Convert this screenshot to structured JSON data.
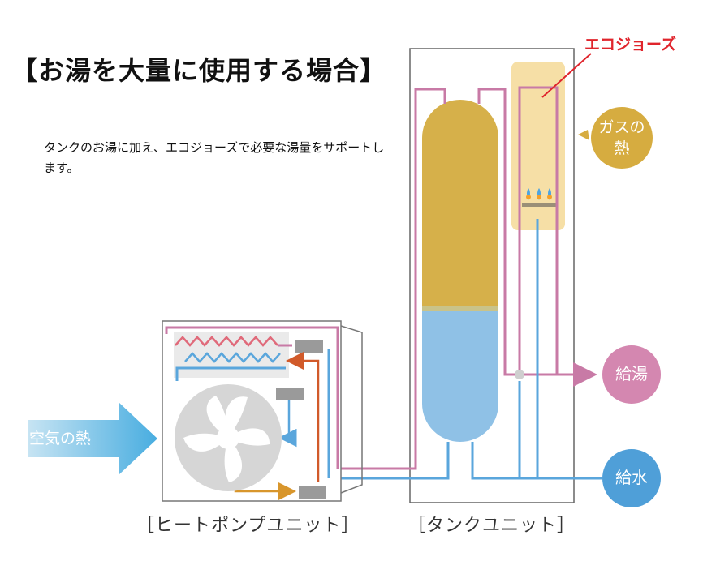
{
  "title": "【お湯を大量に使用する場合】",
  "description": "タンクのお湯に加え、エコジョーズで必要な湯量をサポートします。",
  "ecojoz_label": "エコジョーズ",
  "gas_heat_label": "ガスの熱",
  "hot_water_label": "給湯",
  "water_supply_label": "給水",
  "air_heat_label": "空気の熱",
  "heat_pump_unit_label": "［ヒートポンプユニット］",
  "tank_unit_label": "［タンクユニット］",
  "colors": {
    "hot_pipe": "#c87aa6",
    "cold_pipe": "#5aa6dc",
    "tank_hot": "#d6b04a",
    "tank_cold": "#8fc1e6",
    "ecojoz_box": "#f6dfa6",
    "gas_bubble": "#d6ac40",
    "hot_bubble": "#d487b0",
    "cold_bubble": "#4f9fd8",
    "air_arrow": "#5bb6e0",
    "ecojoz_text": "#e0242c"
  }
}
